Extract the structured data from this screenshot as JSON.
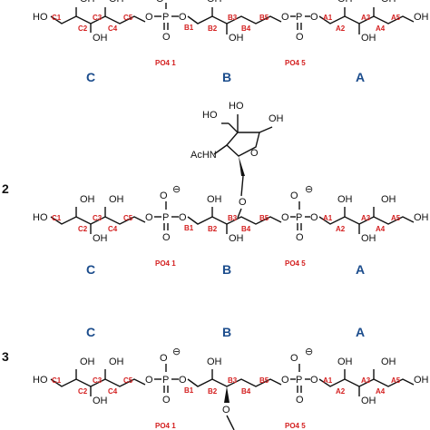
{
  "compounds": [
    {
      "number": "",
      "units": {
        "c": "C",
        "b": "B",
        "a": "A"
      }
    },
    {
      "number": "2",
      "units": {
        "c": "C",
        "b": "B",
        "a": "A"
      }
    },
    {
      "number": "3",
      "units": {
        "c": "C",
        "b": "B",
        "a": "A"
      }
    }
  ],
  "atoms": {
    "oh": "OH",
    "ho": "HO",
    "o": "O",
    "p": "P",
    "minus": "⊖",
    "achn": "AcHN"
  },
  "carbon_labels": {
    "c": [
      "C1",
      "C2",
      "C3",
      "C4",
      "C5"
    ],
    "b": [
      "B1",
      "B2",
      "B3",
      "B4",
      "B5"
    ],
    "a": [
      "A1",
      "A2",
      "A3",
      "A4",
      "A5"
    ]
  },
  "phosphate_labels": [
    "PO4 1",
    "PO4 5"
  ],
  "colors": {
    "unit_label": "#1b4c8c",
    "carbon_label": "#d42020",
    "bond": "#111111"
  }
}
